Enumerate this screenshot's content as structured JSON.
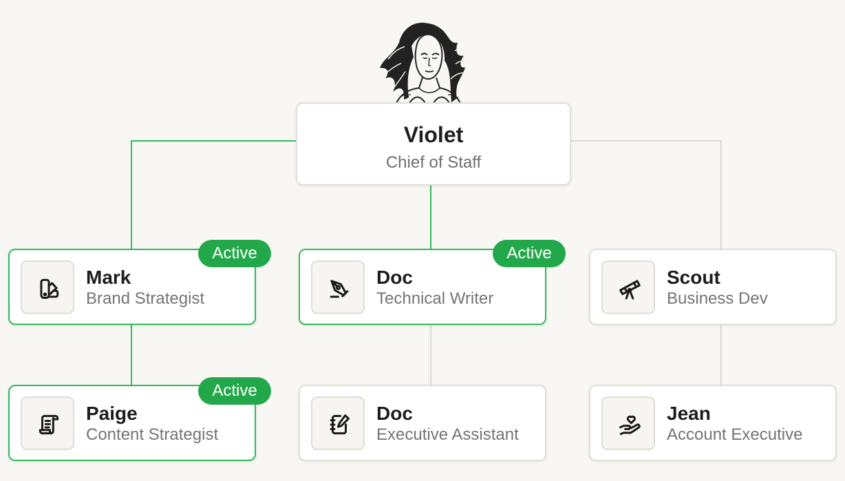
{
  "root": {
    "name": "Violet",
    "role": "Chief of Staff",
    "portrait_icon": "woman-portrait-illustration"
  },
  "status": {
    "label": "Active",
    "active_color": "#22a84a",
    "inactive_line_color": "#d9d7d1",
    "active_line_color": "#2fb95c"
  },
  "team": [
    {
      "name": "Mark",
      "role": "Brand Strategist",
      "active": true,
      "icon": "brand-swatch-icon",
      "reports": [
        {
          "name": "Paige",
          "role": "Content Strategist",
          "active": true,
          "icon": "scroll-document-icon"
        }
      ]
    },
    {
      "name": "Doc",
      "role": "Technical Writer",
      "active": true,
      "icon": "fountain-pen-icon",
      "reports": [
        {
          "name": "Doc",
          "role": "Executive Assistant",
          "active": false,
          "icon": "notebook-pencil-icon"
        }
      ]
    },
    {
      "name": "Scout",
      "role": "Business Dev",
      "active": false,
      "icon": "telescope-icon",
      "reports": [
        {
          "name": "Jean",
          "role": "Account Executive",
          "active": false,
          "icon": "hand-heart-icon"
        }
      ]
    }
  ]
}
